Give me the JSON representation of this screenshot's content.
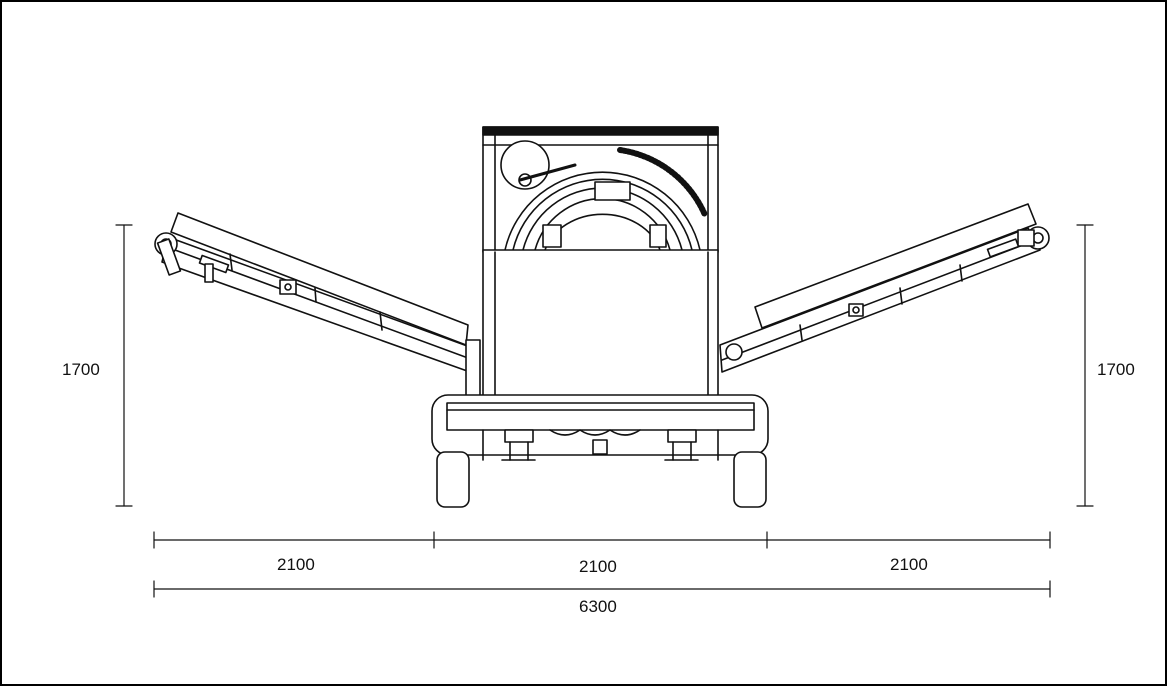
{
  "dimensions": {
    "height_left": "1700",
    "height_right": "1700",
    "width_left": "2100",
    "width_center": "2100",
    "width_right": "2100",
    "width_total": "6300"
  },
  "colors": {
    "line": "#111111",
    "background": "#ffffff"
  }
}
